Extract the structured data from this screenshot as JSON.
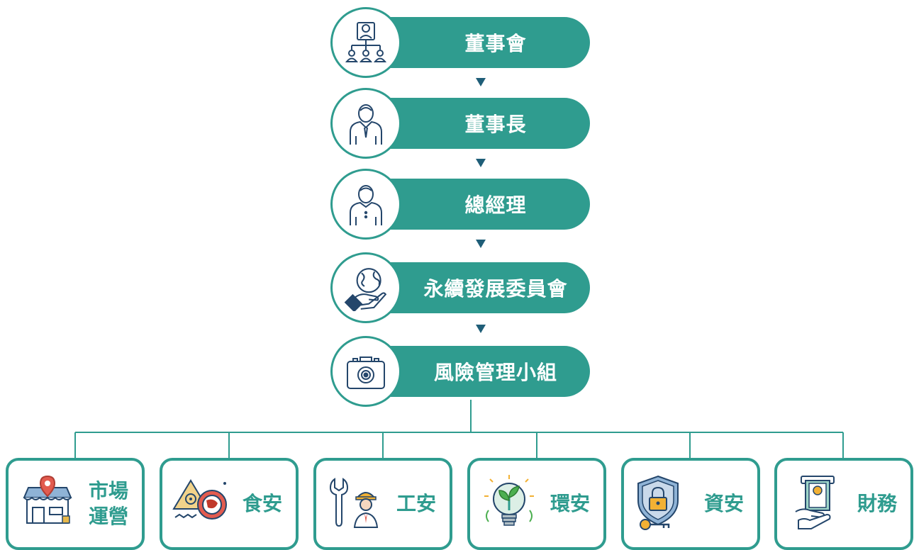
{
  "hierarchy": [
    {
      "label": "董事會"
    },
    {
      "label": "董事長"
    },
    {
      "label": "總經理"
    },
    {
      "label": "永續發展委員會"
    },
    {
      "label": "風險管理小組"
    }
  ],
  "departments": [
    {
      "label": "市場\n運營"
    },
    {
      "label": "食安"
    },
    {
      "label": "工安"
    },
    {
      "label": "環安"
    },
    {
      "label": "資安"
    },
    {
      "label": "財務"
    }
  ],
  "colors": {
    "teal": "#2f9c8f",
    "arrow": "#1f5e78",
    "icon_navy": "#24466b"
  }
}
